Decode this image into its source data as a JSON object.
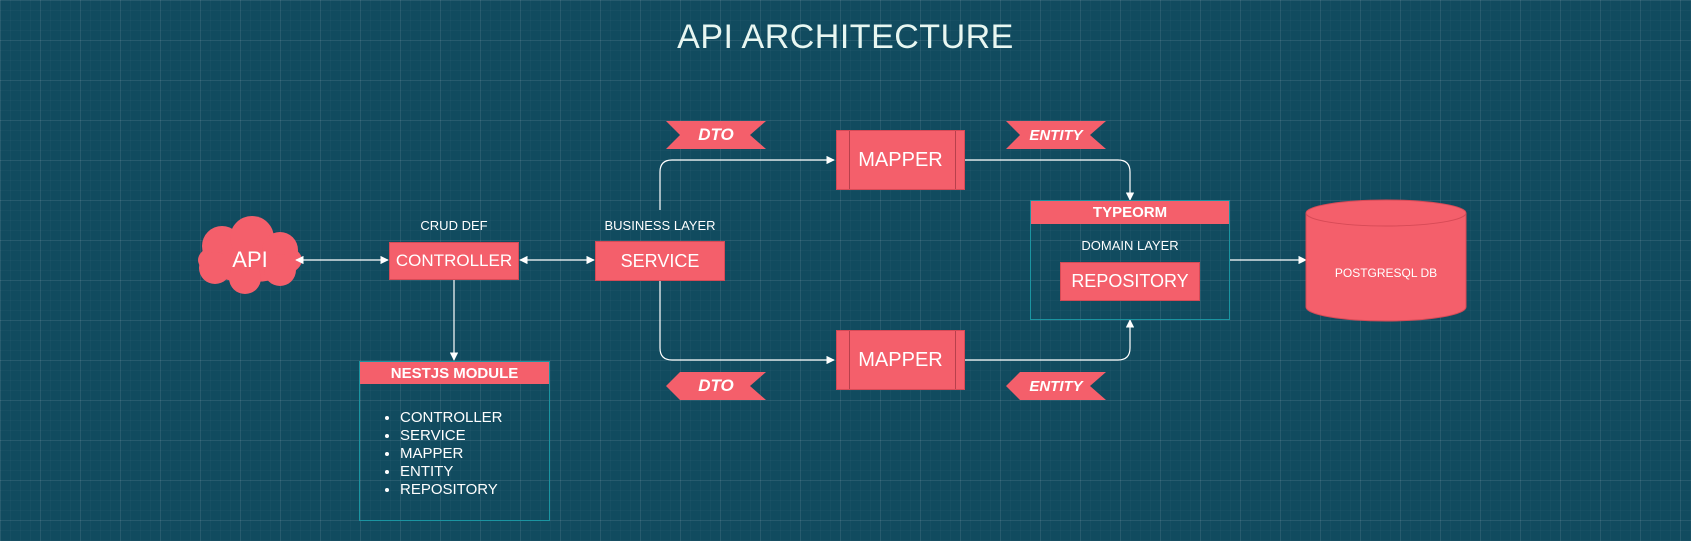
{
  "title": "API ARCHITECTURE",
  "nodes": {
    "api": "API",
    "controller": "CONTROLLER",
    "controller_caption": "CRUD DEF",
    "service": "SERVICE",
    "service_caption": "BUSINESS LAYER",
    "mapper_top": "MAPPER",
    "mapper_bottom": "MAPPER",
    "typeorm": "TYPEORM",
    "domain_layer": "DOMAIN LAYER",
    "repository": "REPOSITORY",
    "database": "POSTGRESQL DB"
  },
  "tags": {
    "dto_top": "DTO",
    "dto_bottom": "DTO",
    "entity_top": "ENTITY",
    "entity_bottom": "ENTITY"
  },
  "module": {
    "header": "NESTJS MODULE",
    "items": [
      "CONTROLLER",
      "SERVICE",
      "MAPPER",
      "ENTITY",
      "REPOSITORY"
    ]
  },
  "colors": {
    "background": "#114b5f",
    "node_fill": "#f45f6b",
    "container_border": "#1b94a1",
    "text": "#ffffff"
  }
}
